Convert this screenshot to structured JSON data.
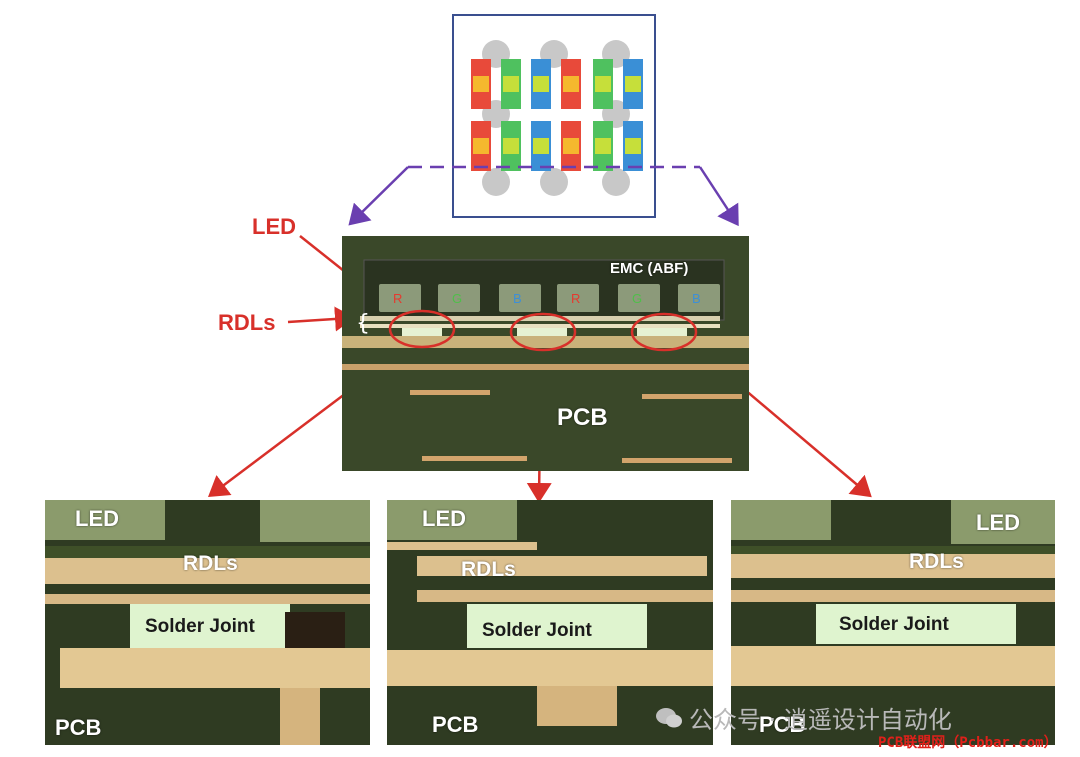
{
  "top_diagram": {
    "pixel_rows": [
      [
        "red-yellow",
        "green-yellow",
        "blue-yellow",
        "red-yellow",
        "green-yellow",
        "blue-yellow"
      ],
      [
        "red-yellow",
        "green-yellow",
        "blue-yellow",
        "red-yellow",
        "green-yellow",
        "blue-yellow"
      ]
    ]
  },
  "cross_section": {
    "led_label": "LED",
    "rdl_label": "RDLs",
    "emc_label": "EMC (ABF)",
    "pcb_label": "PCB",
    "chip_letters": [
      "R",
      "G",
      "B",
      "R",
      "G",
      "B"
    ],
    "chip_letter_colors": [
      "#e53a2f",
      "#4fbf4a",
      "#3e8fd6",
      "#e53a2f",
      "#4fbf4a",
      "#3e8fd6"
    ]
  },
  "photos": [
    {
      "led": "LED",
      "rdls": "RDLs",
      "solder": "Solder Joint",
      "pcb": "PCB"
    },
    {
      "led": "LED",
      "rdls": "RDLs",
      "solder": "Solder Joint",
      "pcb": "PCB"
    },
    {
      "led": "LED",
      "rdls": "RDLs",
      "solder": "Solder Joint",
      "pcb": "PCB"
    }
  ],
  "watermark": {
    "icon": "wechat-icon",
    "text": "公众号 · 逍遥设计自动化"
  },
  "source_credit": "PCB联盟网（Pcbbar.com）",
  "colors": {
    "arrow_red": "#d8302a",
    "dashed_purple": "#6a3fb0",
    "frame_blue": "#3a4f8f",
    "copper": "#e2c28a",
    "solder": "#d9f0c4",
    "dark_substrate": "#2b3a1f"
  }
}
